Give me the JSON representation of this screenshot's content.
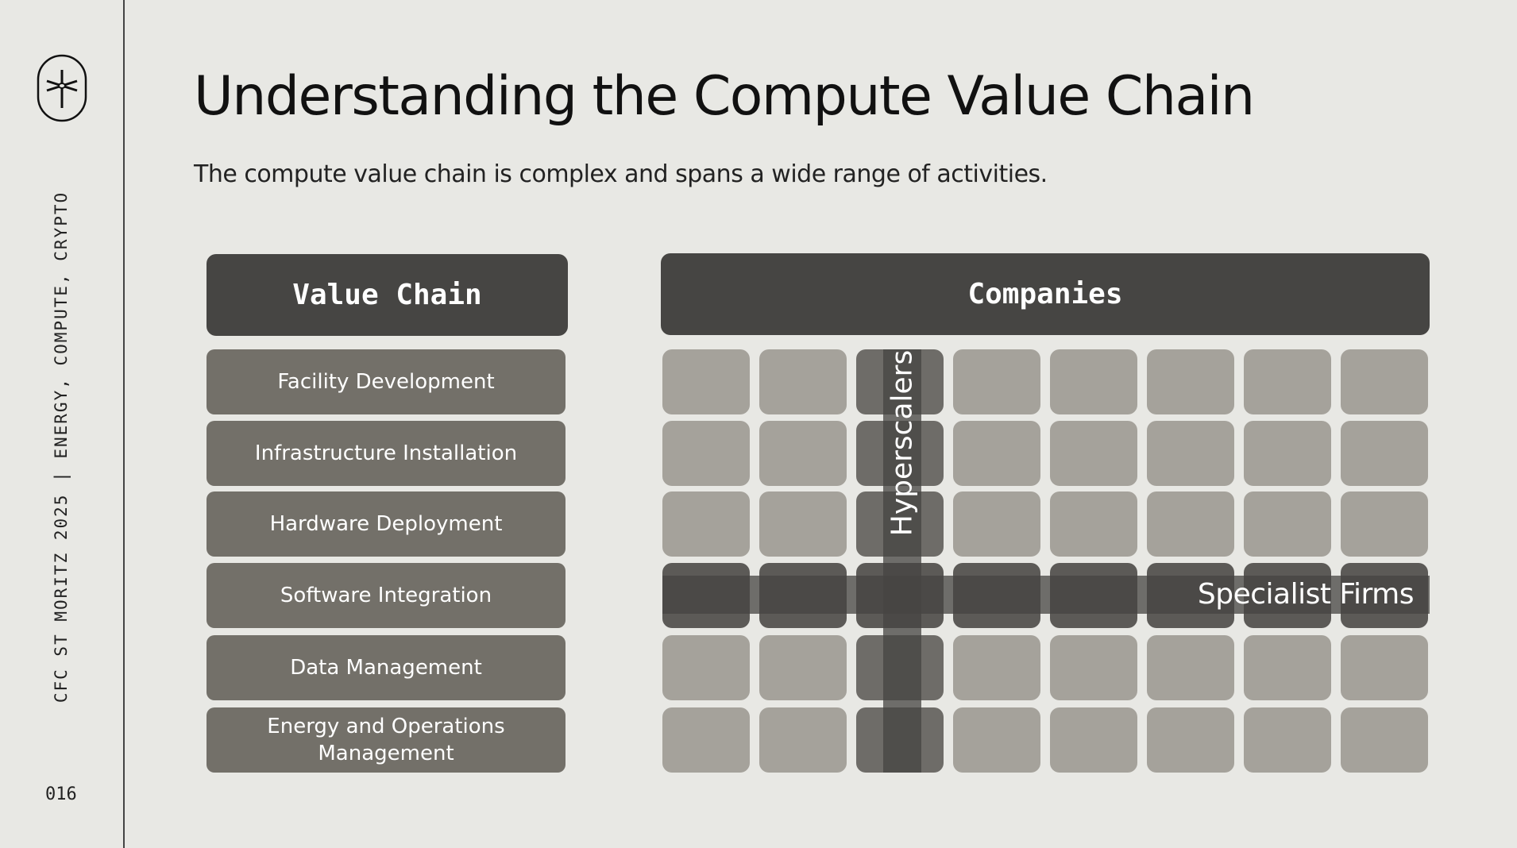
{
  "sidebar": {
    "vertical_text": "CFC ST MORITZ 2025 | ENERGY, COMPUTE, CRYPTO",
    "page_number": "016"
  },
  "header": {
    "title": "Understanding the Compute Value Chain",
    "subtitle": "The compute value chain is complex and spans a wide range of activities."
  },
  "value_chain": {
    "heading": "Value Chain",
    "items": [
      {
        "label": "Facility Development"
      },
      {
        "label": "Infrastructure Installation"
      },
      {
        "label": "Hardware Deployment"
      },
      {
        "label": "Software Integration"
      },
      {
        "label": "Data Management"
      },
      {
        "label": "Energy and Operations Management"
      }
    ]
  },
  "companies": {
    "heading": "Companies",
    "columns": 8,
    "rows": 6,
    "vertical_band_label": "Hyperscalers",
    "horizontal_band_label": "Specialist Firms"
  },
  "colors": {
    "background": "#e8e8e4",
    "header": "#464543",
    "row": "#737069",
    "cell": "#a5a29b"
  }
}
